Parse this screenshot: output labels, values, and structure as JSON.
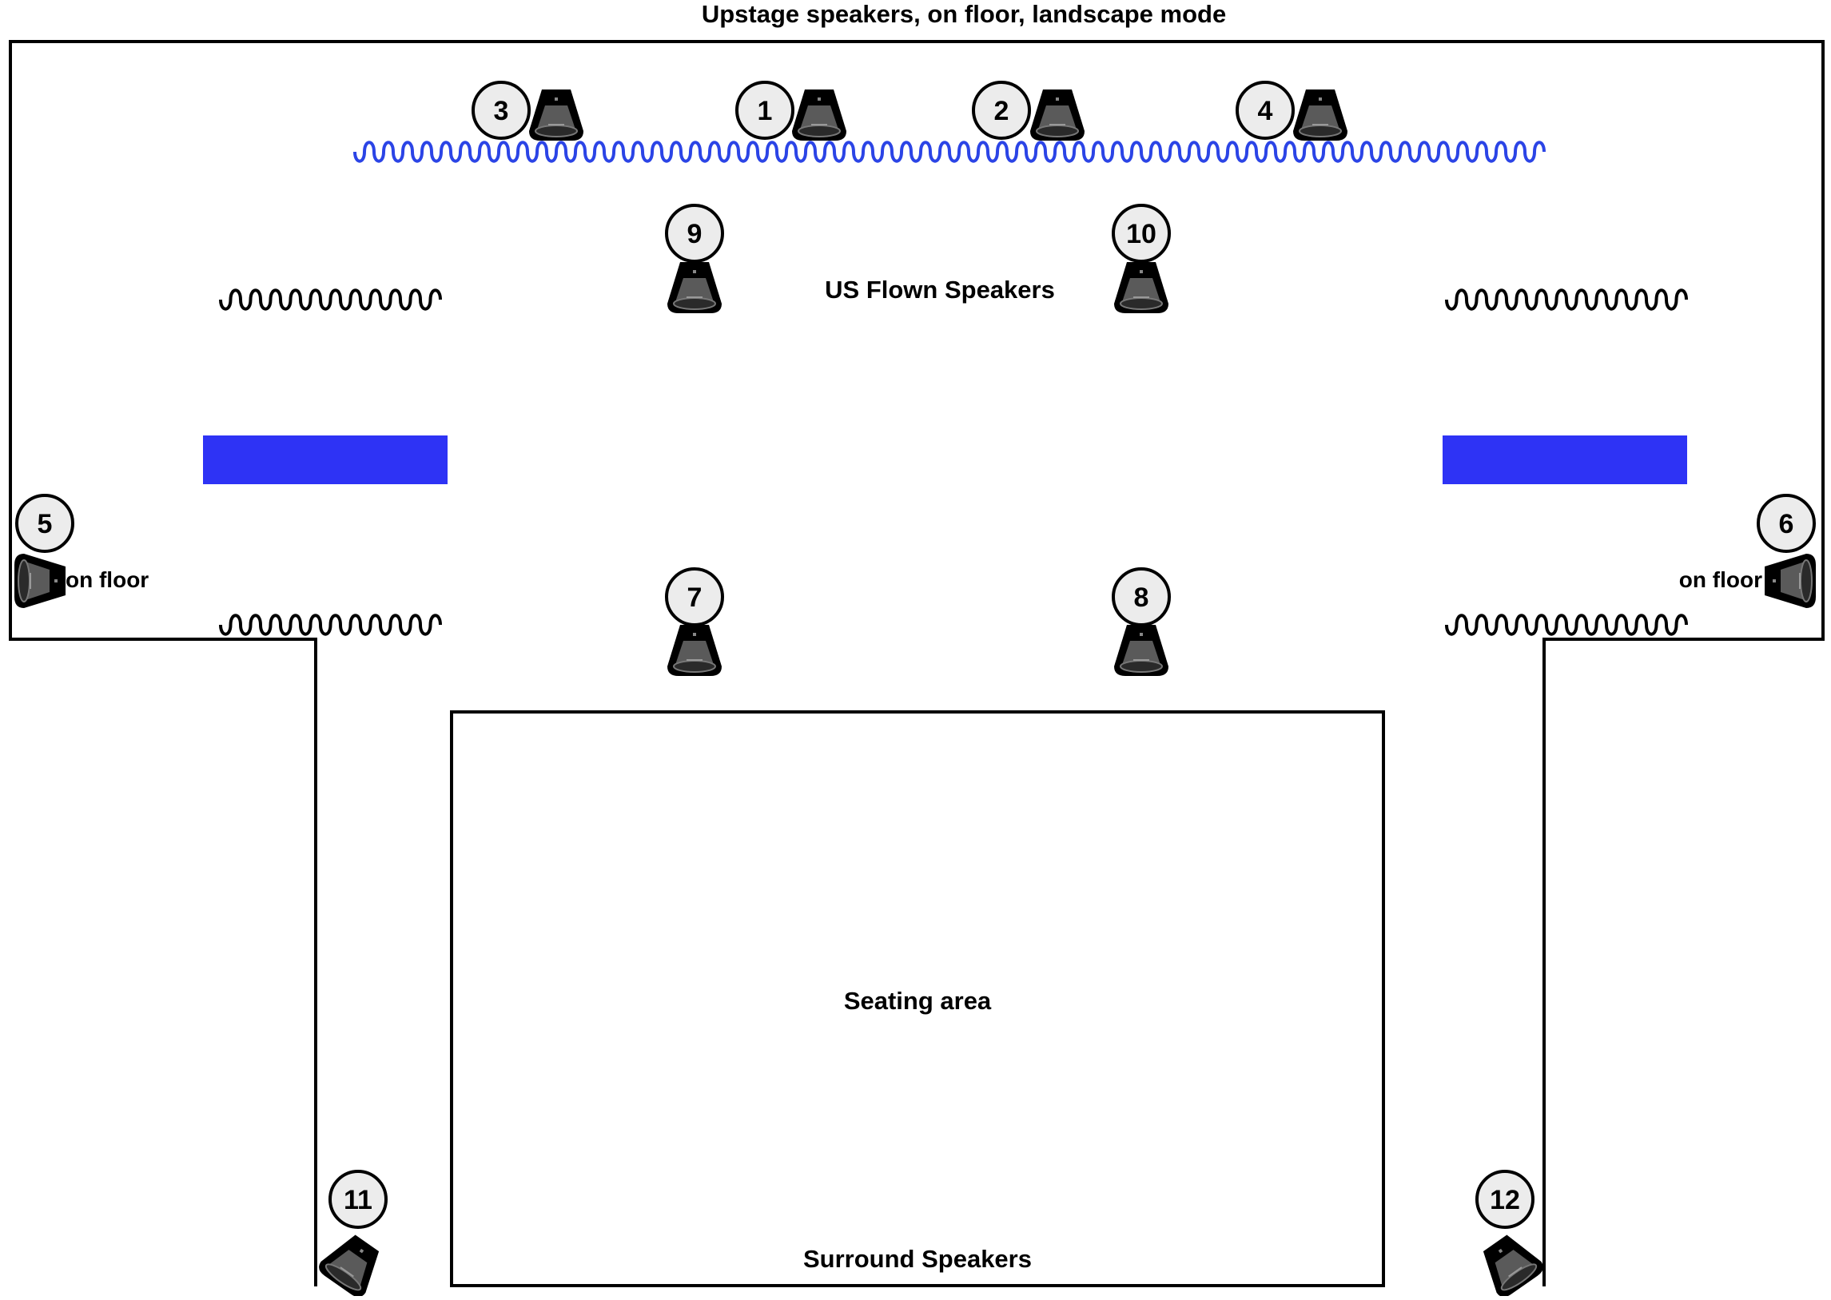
{
  "title": "Upstage speakers, on floor, landscape mode",
  "labels": {
    "us_flown": "US Flown Speakers",
    "seating": "Seating area",
    "surround": "Surround Speakers",
    "on_floor_left": "on floor",
    "on_floor_right": "on floor"
  },
  "speakers": [
    {
      "number": "1"
    },
    {
      "number": "2"
    },
    {
      "number": "3"
    },
    {
      "number": "4"
    },
    {
      "number": "5"
    },
    {
      "number": "6"
    },
    {
      "number": "7"
    },
    {
      "number": "8"
    },
    {
      "number": "9"
    },
    {
      "number": "10"
    },
    {
      "number": "11"
    },
    {
      "number": "12"
    }
  ],
  "colors": {
    "curtain_blue": "#2b44e6",
    "panel_blue": "#2e33f5",
    "line": "#000000",
    "badge_fill": "#ececec"
  }
}
